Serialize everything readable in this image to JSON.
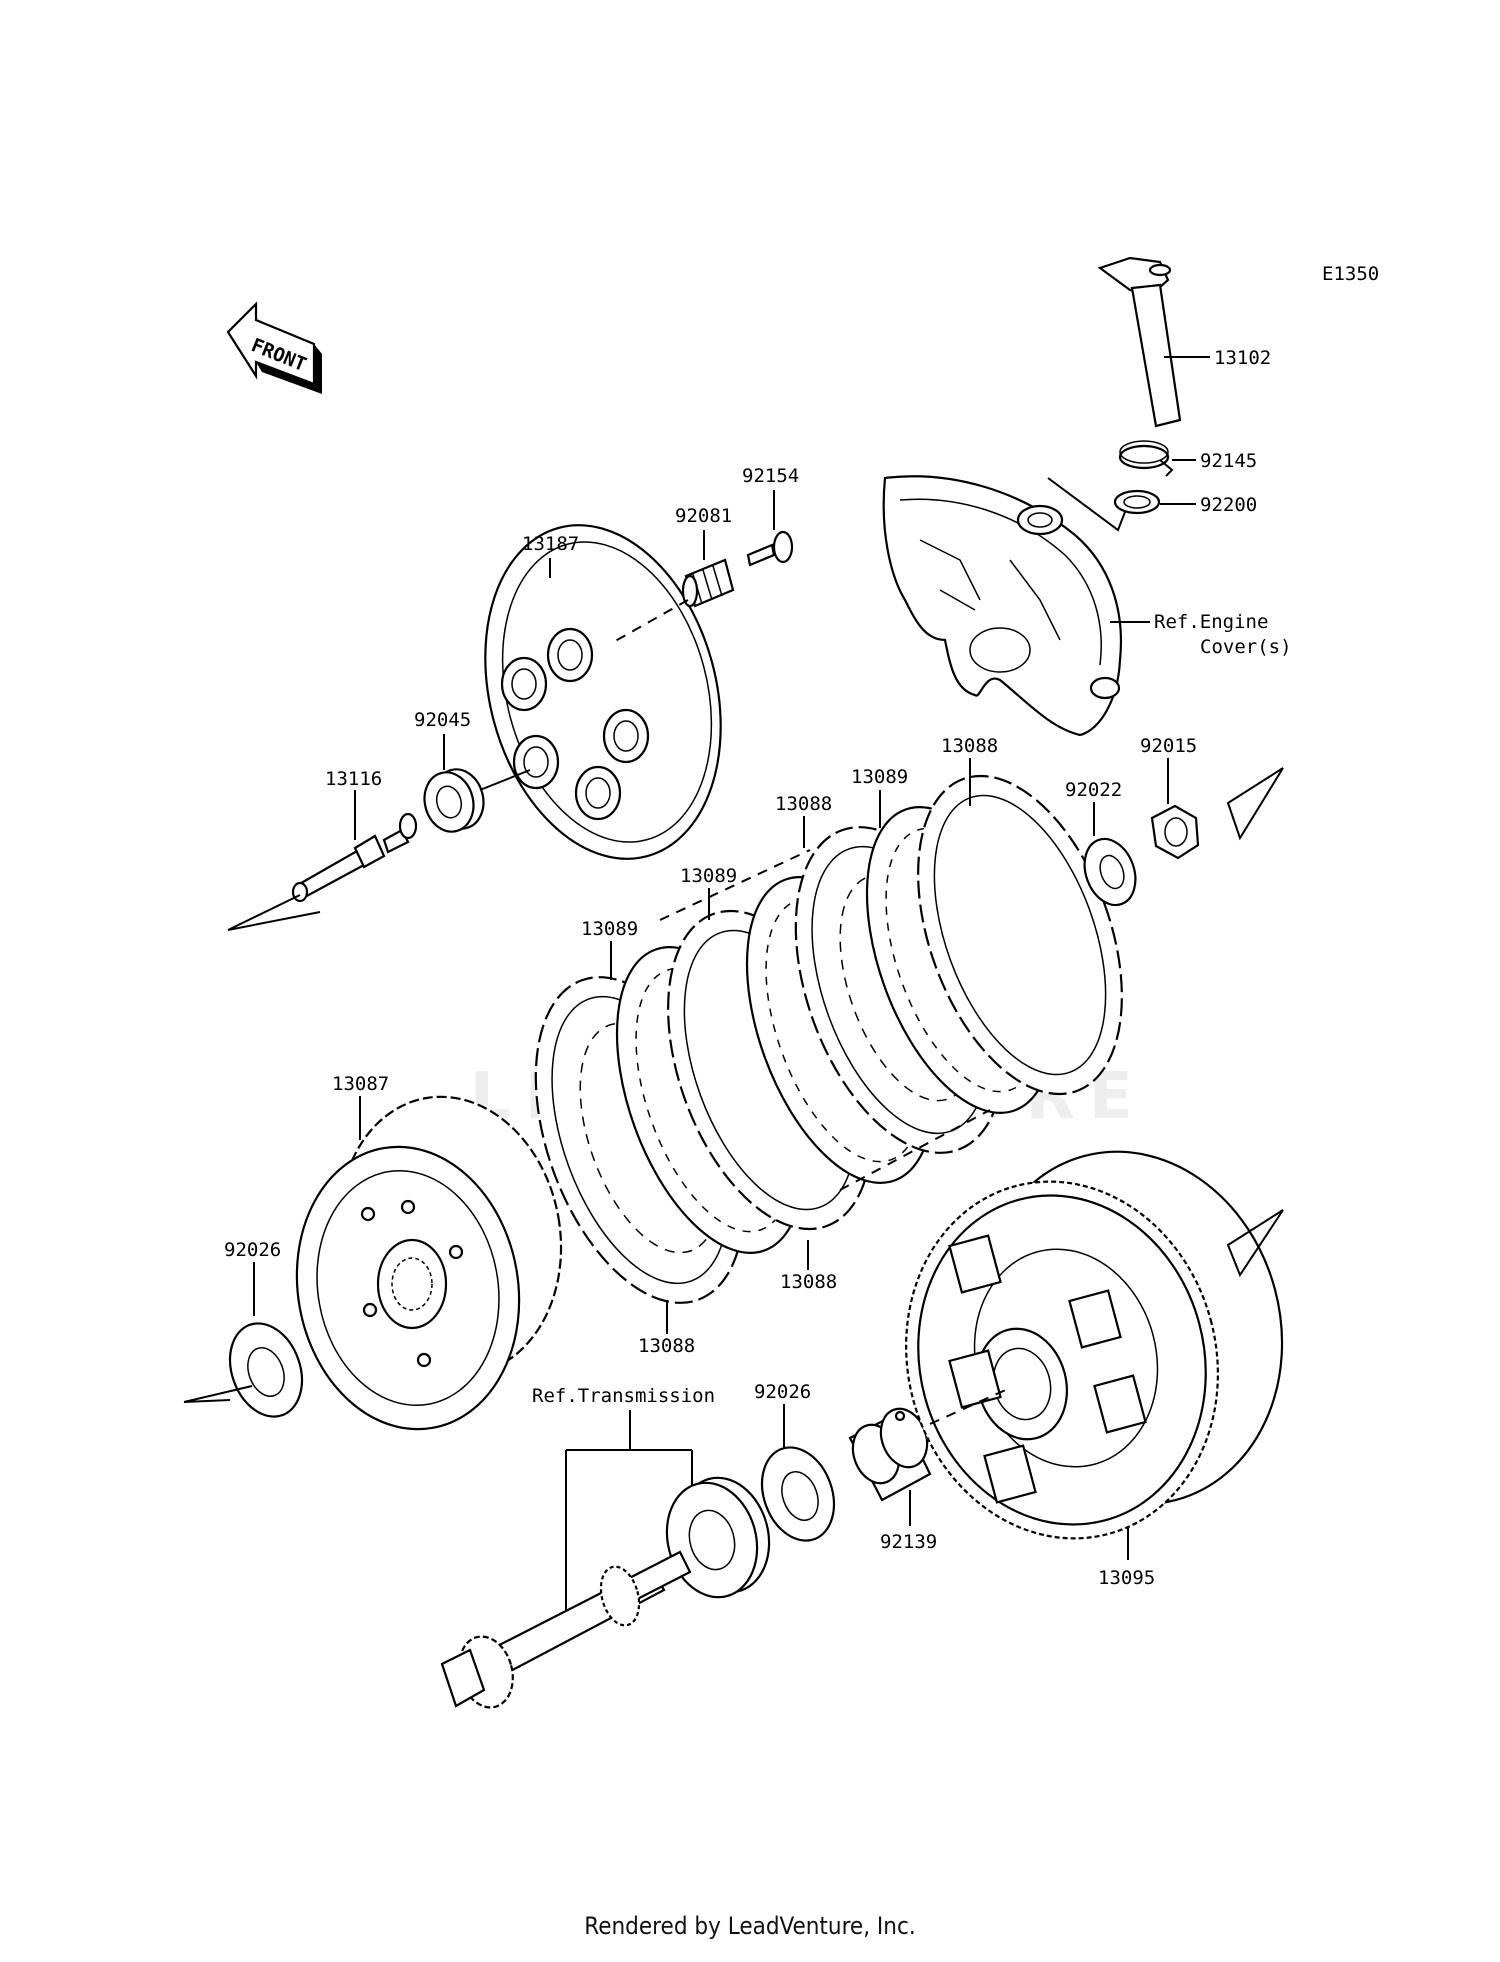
{
  "diagram_code": "E1350",
  "front_arrow_label": "FRONT",
  "ref_labels": {
    "engine_cover_line1": "Ref.Engine",
    "engine_cover_line2": "Cover(s)",
    "transmission": "Ref.Transmission"
  },
  "parts": {
    "p13102": "13102",
    "p92145": "92145",
    "p92200": "92200",
    "p92154": "92154",
    "p92081": "92081",
    "p13187": "13187",
    "p92045": "92045",
    "p13116": "13116",
    "p13088_top": "13088",
    "p13089_top": "13089",
    "p13088_mid": "13088",
    "p13089_mid": "13089",
    "p13089_left": "13089",
    "p92022": "92022",
    "p92015": "92015",
    "p13087": "13087",
    "p92026_left": "92026",
    "p13088_low": "13088",
    "p13088_bottom": "13088",
    "p92026_mid": "92026",
    "p92139": "92139",
    "p13095": "13095"
  },
  "watermark": "LEADVENTURE",
  "footer": "Rendered by LeadVenture, Inc."
}
